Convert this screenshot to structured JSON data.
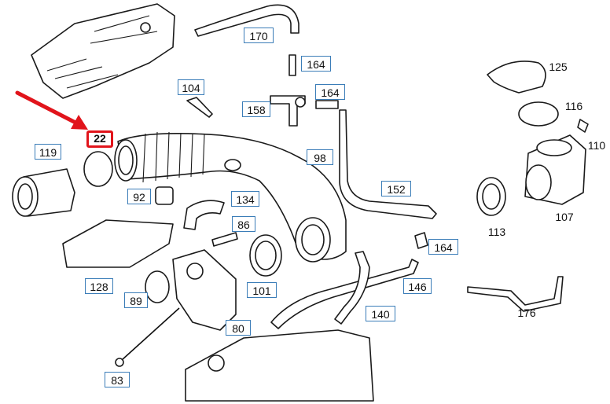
{
  "callouts": {
    "c22": "22",
    "c119": "119",
    "c104": "104",
    "c170": "170",
    "c164a": "164",
    "c164b": "164",
    "c164c": "164",
    "c158": "158",
    "c98": "98",
    "c92": "92",
    "c134": "134",
    "c86": "86",
    "c152": "152",
    "c128": "128",
    "c89": "89",
    "c101": "101",
    "c146": "146",
    "c140": "140",
    "c80": "80",
    "c83": "83"
  },
  "plain_labels": {
    "p125": "125",
    "p116": "116",
    "p110": "110",
    "p113": "113",
    "p107": "107",
    "p176": "176"
  },
  "colors": {
    "highlight": "#e1141b",
    "callout_border": "#3b7db8",
    "arrow": "#e1141b"
  }
}
